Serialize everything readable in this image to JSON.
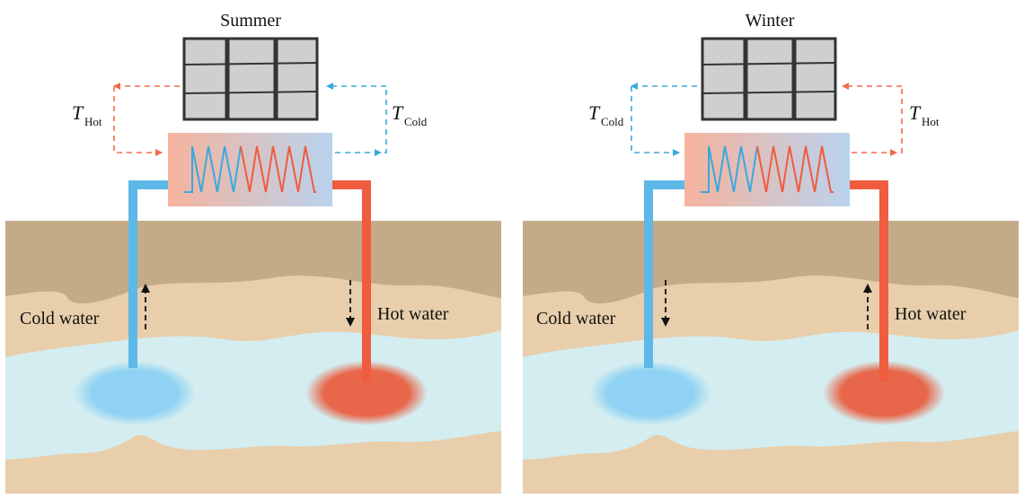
{
  "panels": [
    {
      "title": "Summer",
      "left_temp": {
        "symbol": "T",
        "subscript": "Hot"
      },
      "right_temp": {
        "symbol": "T",
        "subscript": "Cold"
      },
      "cold_label": "Cold water",
      "hot_label": "Hot water",
      "cold_flow": "up",
      "hot_flow": "down"
    },
    {
      "title": "Winter",
      "left_temp": {
        "symbol": "T",
        "subscript": "Cold"
      },
      "right_temp": {
        "symbol": "T",
        "subscript": "Hot"
      },
      "cold_label": "Cold water",
      "hot_label": "Hot water",
      "cold_flow": "down",
      "hot_flow": "up"
    }
  ],
  "colors": {
    "hot": "#f06a4a",
    "cold": "#3aa8dc",
    "pipe_cold": "#5db8e8",
    "pipe_hot": "#ef5c3f",
    "soil_dark": "#c4ab88",
    "soil_light": "#e8ceab",
    "aquifer": "#d4edf0",
    "building": "#cfcfcf",
    "building_frame": "#333333"
  }
}
